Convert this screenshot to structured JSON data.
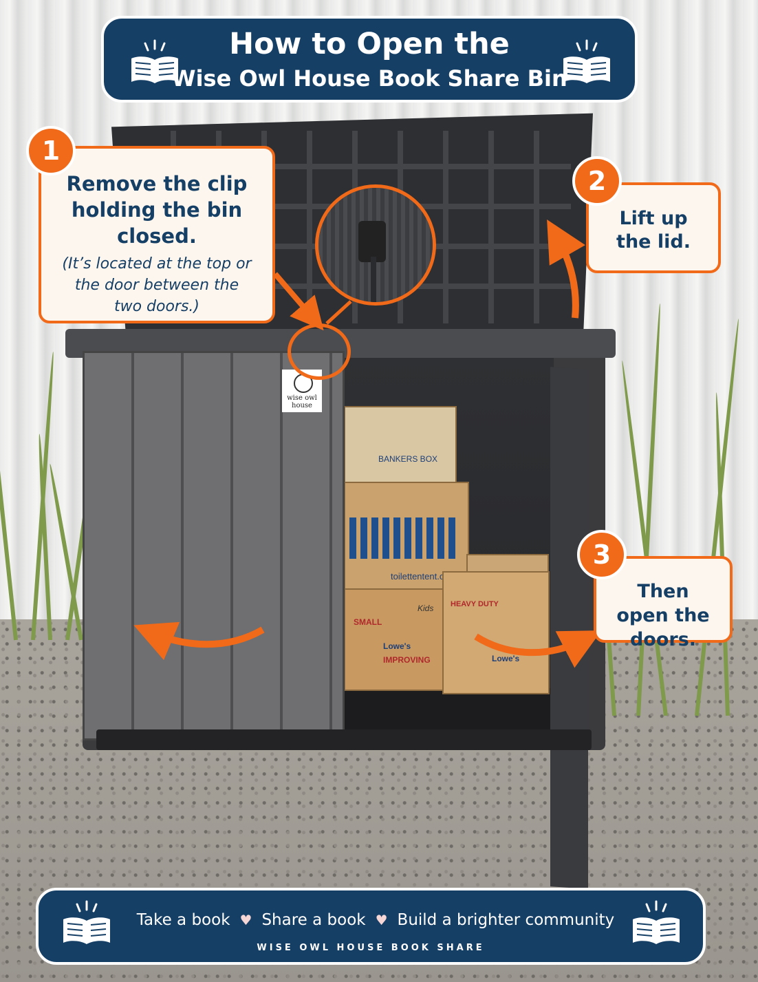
{
  "header": {
    "title_line1": "How to Open the",
    "title_line2": "Wise Owl House Book Share Bin"
  },
  "steps": [
    {
      "number": "1",
      "text": "Remove the clip holding the bin closed.",
      "note": "(It’s located at the top or the door between the two doors.)"
    },
    {
      "number": "2",
      "text": "Lift up the lid."
    },
    {
      "number": "3",
      "text": "Then open the doors."
    }
  ],
  "photo_labels": {
    "logo_tag": "wise owl house",
    "box_bankers": "BANKERS BOX",
    "box_website": "toilettentent.com",
    "box_small": "SMALL",
    "box_lowes": "Lowe's",
    "box_improving": "IMPROVING",
    "box_heavy_duty": "HEAVY DUTY",
    "box_kids": "Kids",
    "box_lowes2": "Lowe's"
  },
  "footer": {
    "slogan": [
      "Take a book",
      "Share a book",
      "Build a brighter community"
    ],
    "brand": "WISE OWL HOUSE BOOK SHARE"
  },
  "colors": {
    "navy": "#163f66",
    "orange": "#f06a1a",
    "cream": "#fdf6ee"
  }
}
